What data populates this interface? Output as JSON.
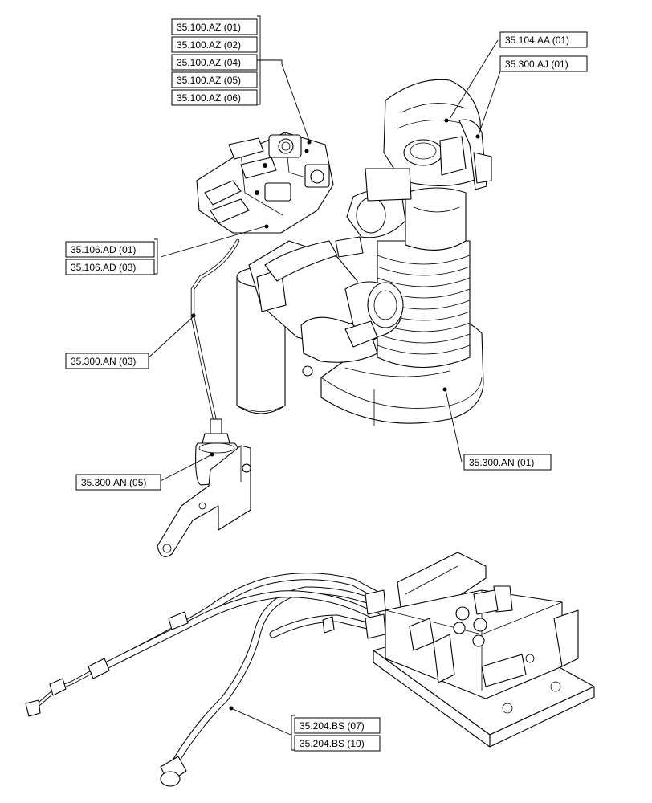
{
  "labels": {
    "l1": "35.100.AZ (01)",
    "l2": "35.100.AZ (02)",
    "l3": "35.100.AZ (04)",
    "l4": "35.100.AZ (05)",
    "l5": "35.100.AZ (06)",
    "l6": "35.104.AA (01)",
    "l7": "35.300.AJ (01)",
    "l8": "35.106.AD (01)",
    "l9": "35.106.AD (03)",
    "l10": "35.300.AN (03)",
    "l11": "35.300.AN (05)",
    "l12": "35.300.AN (01)",
    "l13": "35.204.BS (07)",
    "l14": "35.204.BS (10)"
  }
}
